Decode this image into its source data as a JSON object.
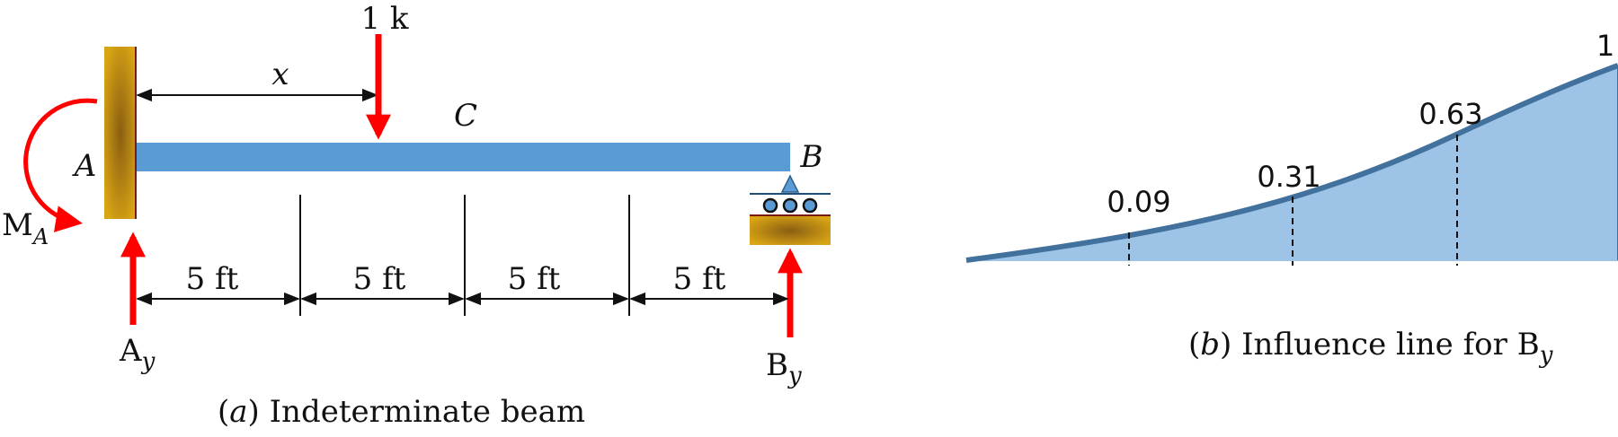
{
  "beam": {
    "load_label": "1 k",
    "x_label": "x",
    "point_c": "C",
    "point_a": "A",
    "point_b": "B",
    "moment": {
      "main": "M",
      "sub": "A"
    },
    "reaction_a": {
      "main": "A",
      "sub": "y"
    },
    "reaction_b": {
      "main": "B",
      "sub": "y"
    },
    "spans": [
      "5 ft",
      "5 ft",
      "5 ft",
      "5 ft"
    ],
    "caption": {
      "letter": "a",
      "text": "Indeterminate beam"
    },
    "colors": {
      "beam": "#5b9bd5",
      "support": "#c8960c",
      "arrow": "#ff0000"
    }
  },
  "influence": {
    "values": [
      {
        "label": "0.09",
        "value": 0.09
      },
      {
        "label": "0.31",
        "value": 0.31
      },
      {
        "label": "0.63",
        "value": 0.63
      },
      {
        "label": "1",
        "value": 1
      }
    ],
    "caption": {
      "letter": "b",
      "text": "Influence line for ",
      "main": "B",
      "sub": "y"
    },
    "colors": {
      "fill": "#9dc3e6",
      "line": "#41719c"
    }
  }
}
